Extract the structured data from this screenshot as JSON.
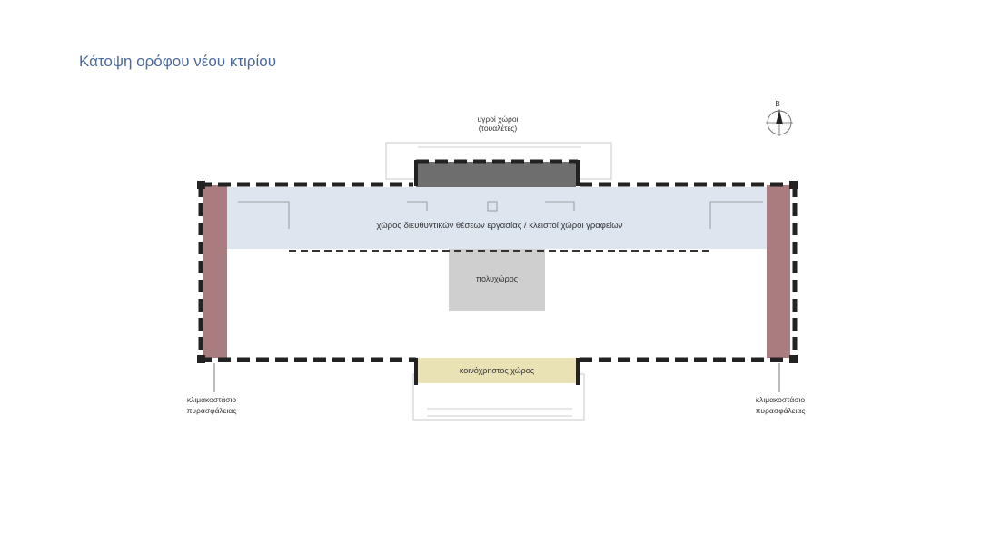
{
  "slide": {
    "title": "Κάτοψη ορόφου νέου κτιρίου"
  },
  "compass": {
    "north_label": "Β"
  },
  "zones": {
    "wet_rooms": {
      "line1": "υγροί χώροι",
      "line2": "(τουαλέτες)"
    },
    "offices": {
      "label": "χώρος διευθυντικών θέσεων εργασίας / κλειστοί χώροι γραφείων"
    },
    "multipurpose": {
      "label": "πολυχώρος"
    },
    "common_area": {
      "label": "κοινόχρηστος χώρος"
    },
    "stair_left": {
      "line1": "κλιμακοστάσιο",
      "line2": "πυρασφάλειας"
    },
    "stair_right": {
      "line1": "κλιμακοστάσιο",
      "line2": "πυρασφάλειας"
    }
  },
  "colors": {
    "title": "#4a6b9a",
    "offices_fill": "#dde5ee",
    "wet_rooms_fill": "#6e6e6e",
    "multipurpose_fill": "#cfcfcf",
    "common_area_fill": "#e9e2b4",
    "stair_fill": "#a97d7f",
    "wall": "#222222"
  }
}
